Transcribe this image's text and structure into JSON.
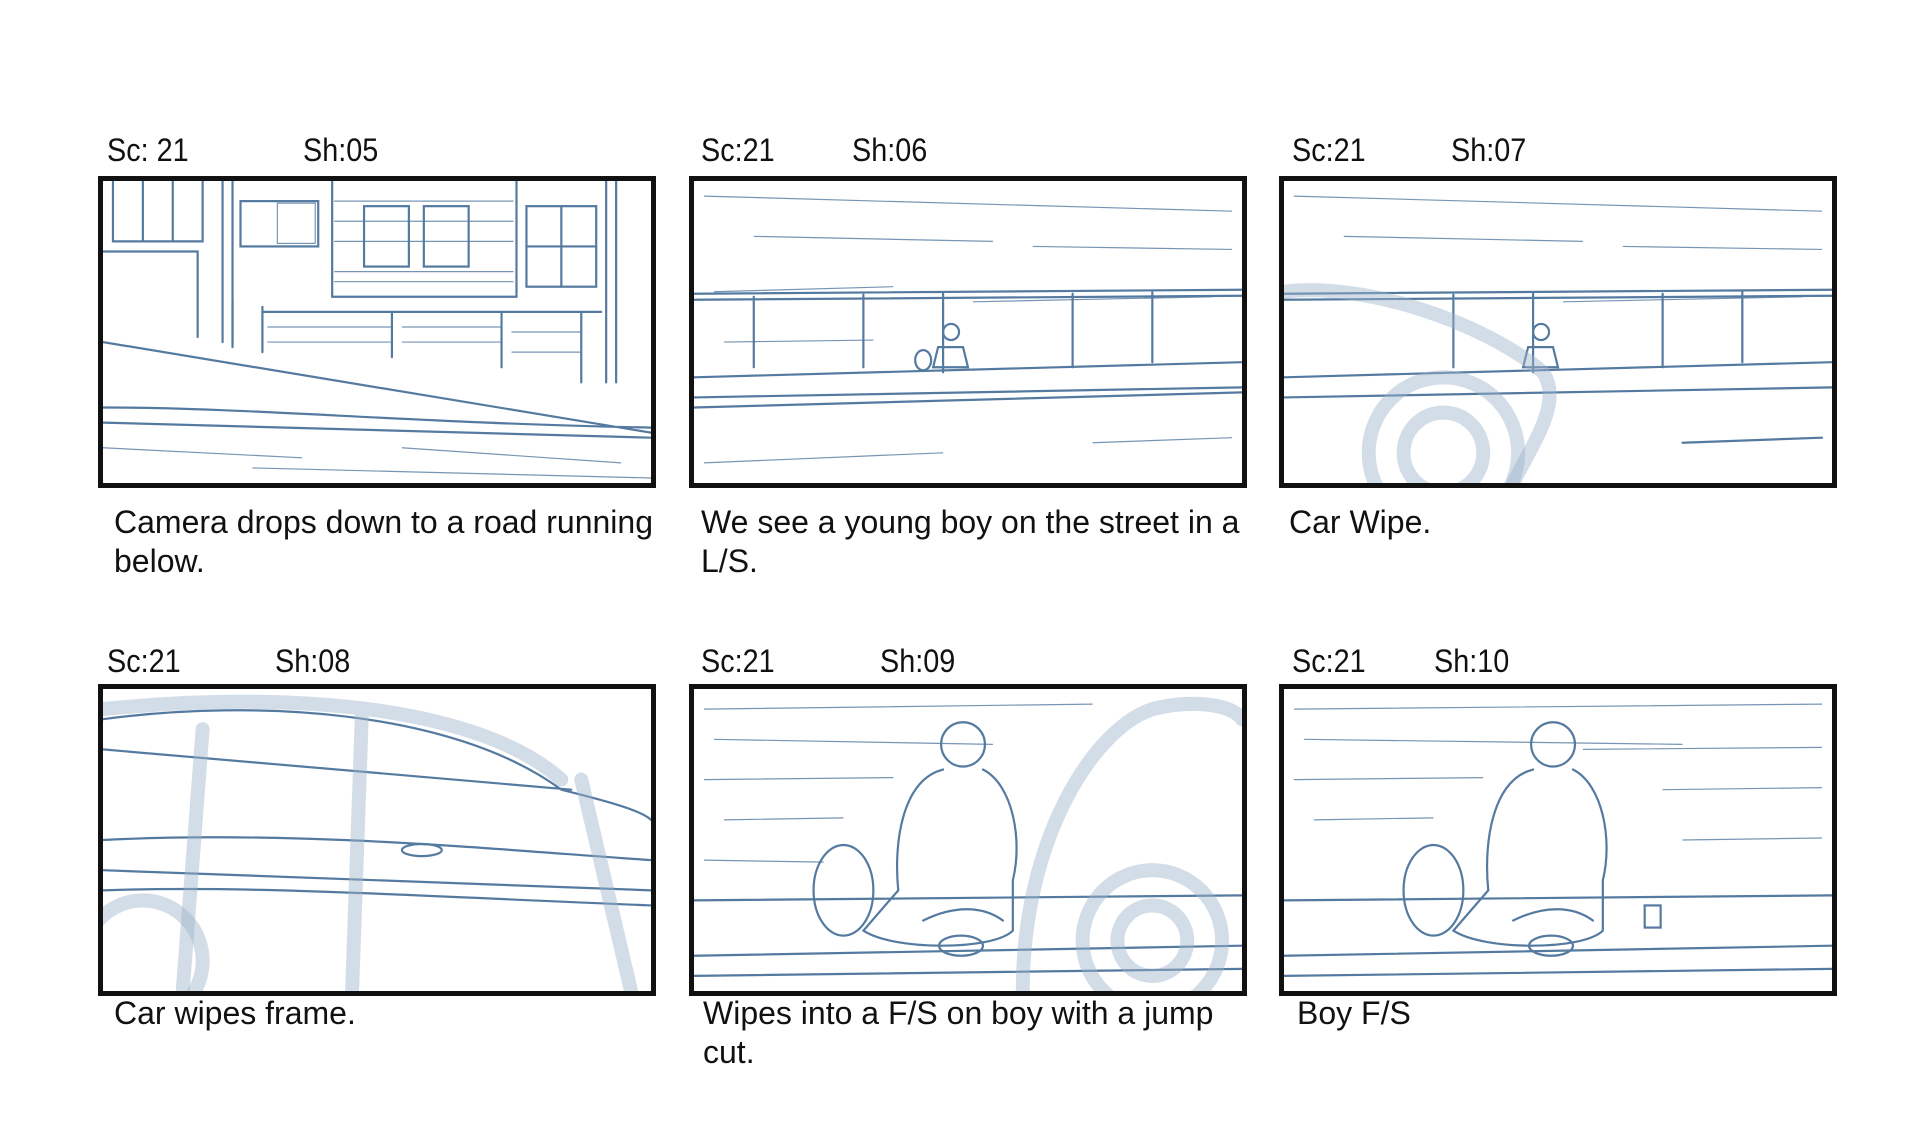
{
  "shots": [
    {
      "scene": "Sc: 21",
      "shot": "Sh:05",
      "caption": "Camera drops down to a road running below."
    },
    {
      "scene": "Sc:21",
      "shot": "Sh:06",
      "caption": "We see a young boy on the street in a L/S."
    },
    {
      "scene": "Sc:21",
      "shot": "Sh:07",
      "caption": "Car Wipe."
    },
    {
      "scene": "Sc:21",
      "shot": "Sh:08",
      "caption": "Car wipes frame."
    },
    {
      "scene": "Sc:21",
      "shot": "Sh:09",
      "caption": "Wipes into a F/S on boy with a jump cut."
    },
    {
      "scene": "Sc:21",
      "shot": "Sh:10",
      "caption": "Boy F/S"
    }
  ]
}
